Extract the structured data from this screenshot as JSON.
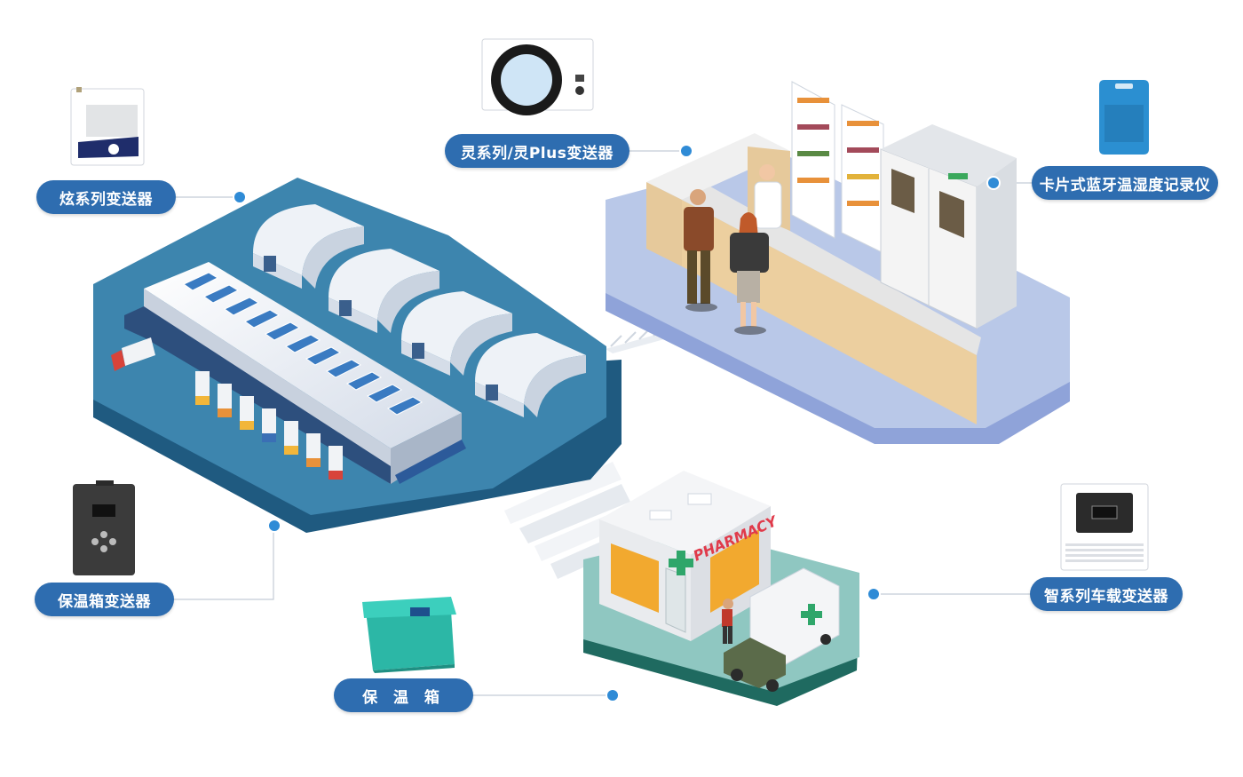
{
  "labels": {
    "xuan": "炫系列变送器",
    "ling": "灵系列/灵Plus变送器",
    "card": "卡片式蓝牙温湿度记录仪",
    "boxtx": "保温箱变送器",
    "zhi": "智系列车载变送器",
    "box": "保 温 箱"
  },
  "pharmacy_sign": "PHARMACY",
  "colors": {
    "pill": "#2e6db0",
    "dot": "#2f8bd6",
    "warehouse_base": "#3d85ae",
    "pharmacy_floor": "#b9c8e8",
    "store_base": "#8fc7c1",
    "cooler": "#2cb7a6"
  }
}
